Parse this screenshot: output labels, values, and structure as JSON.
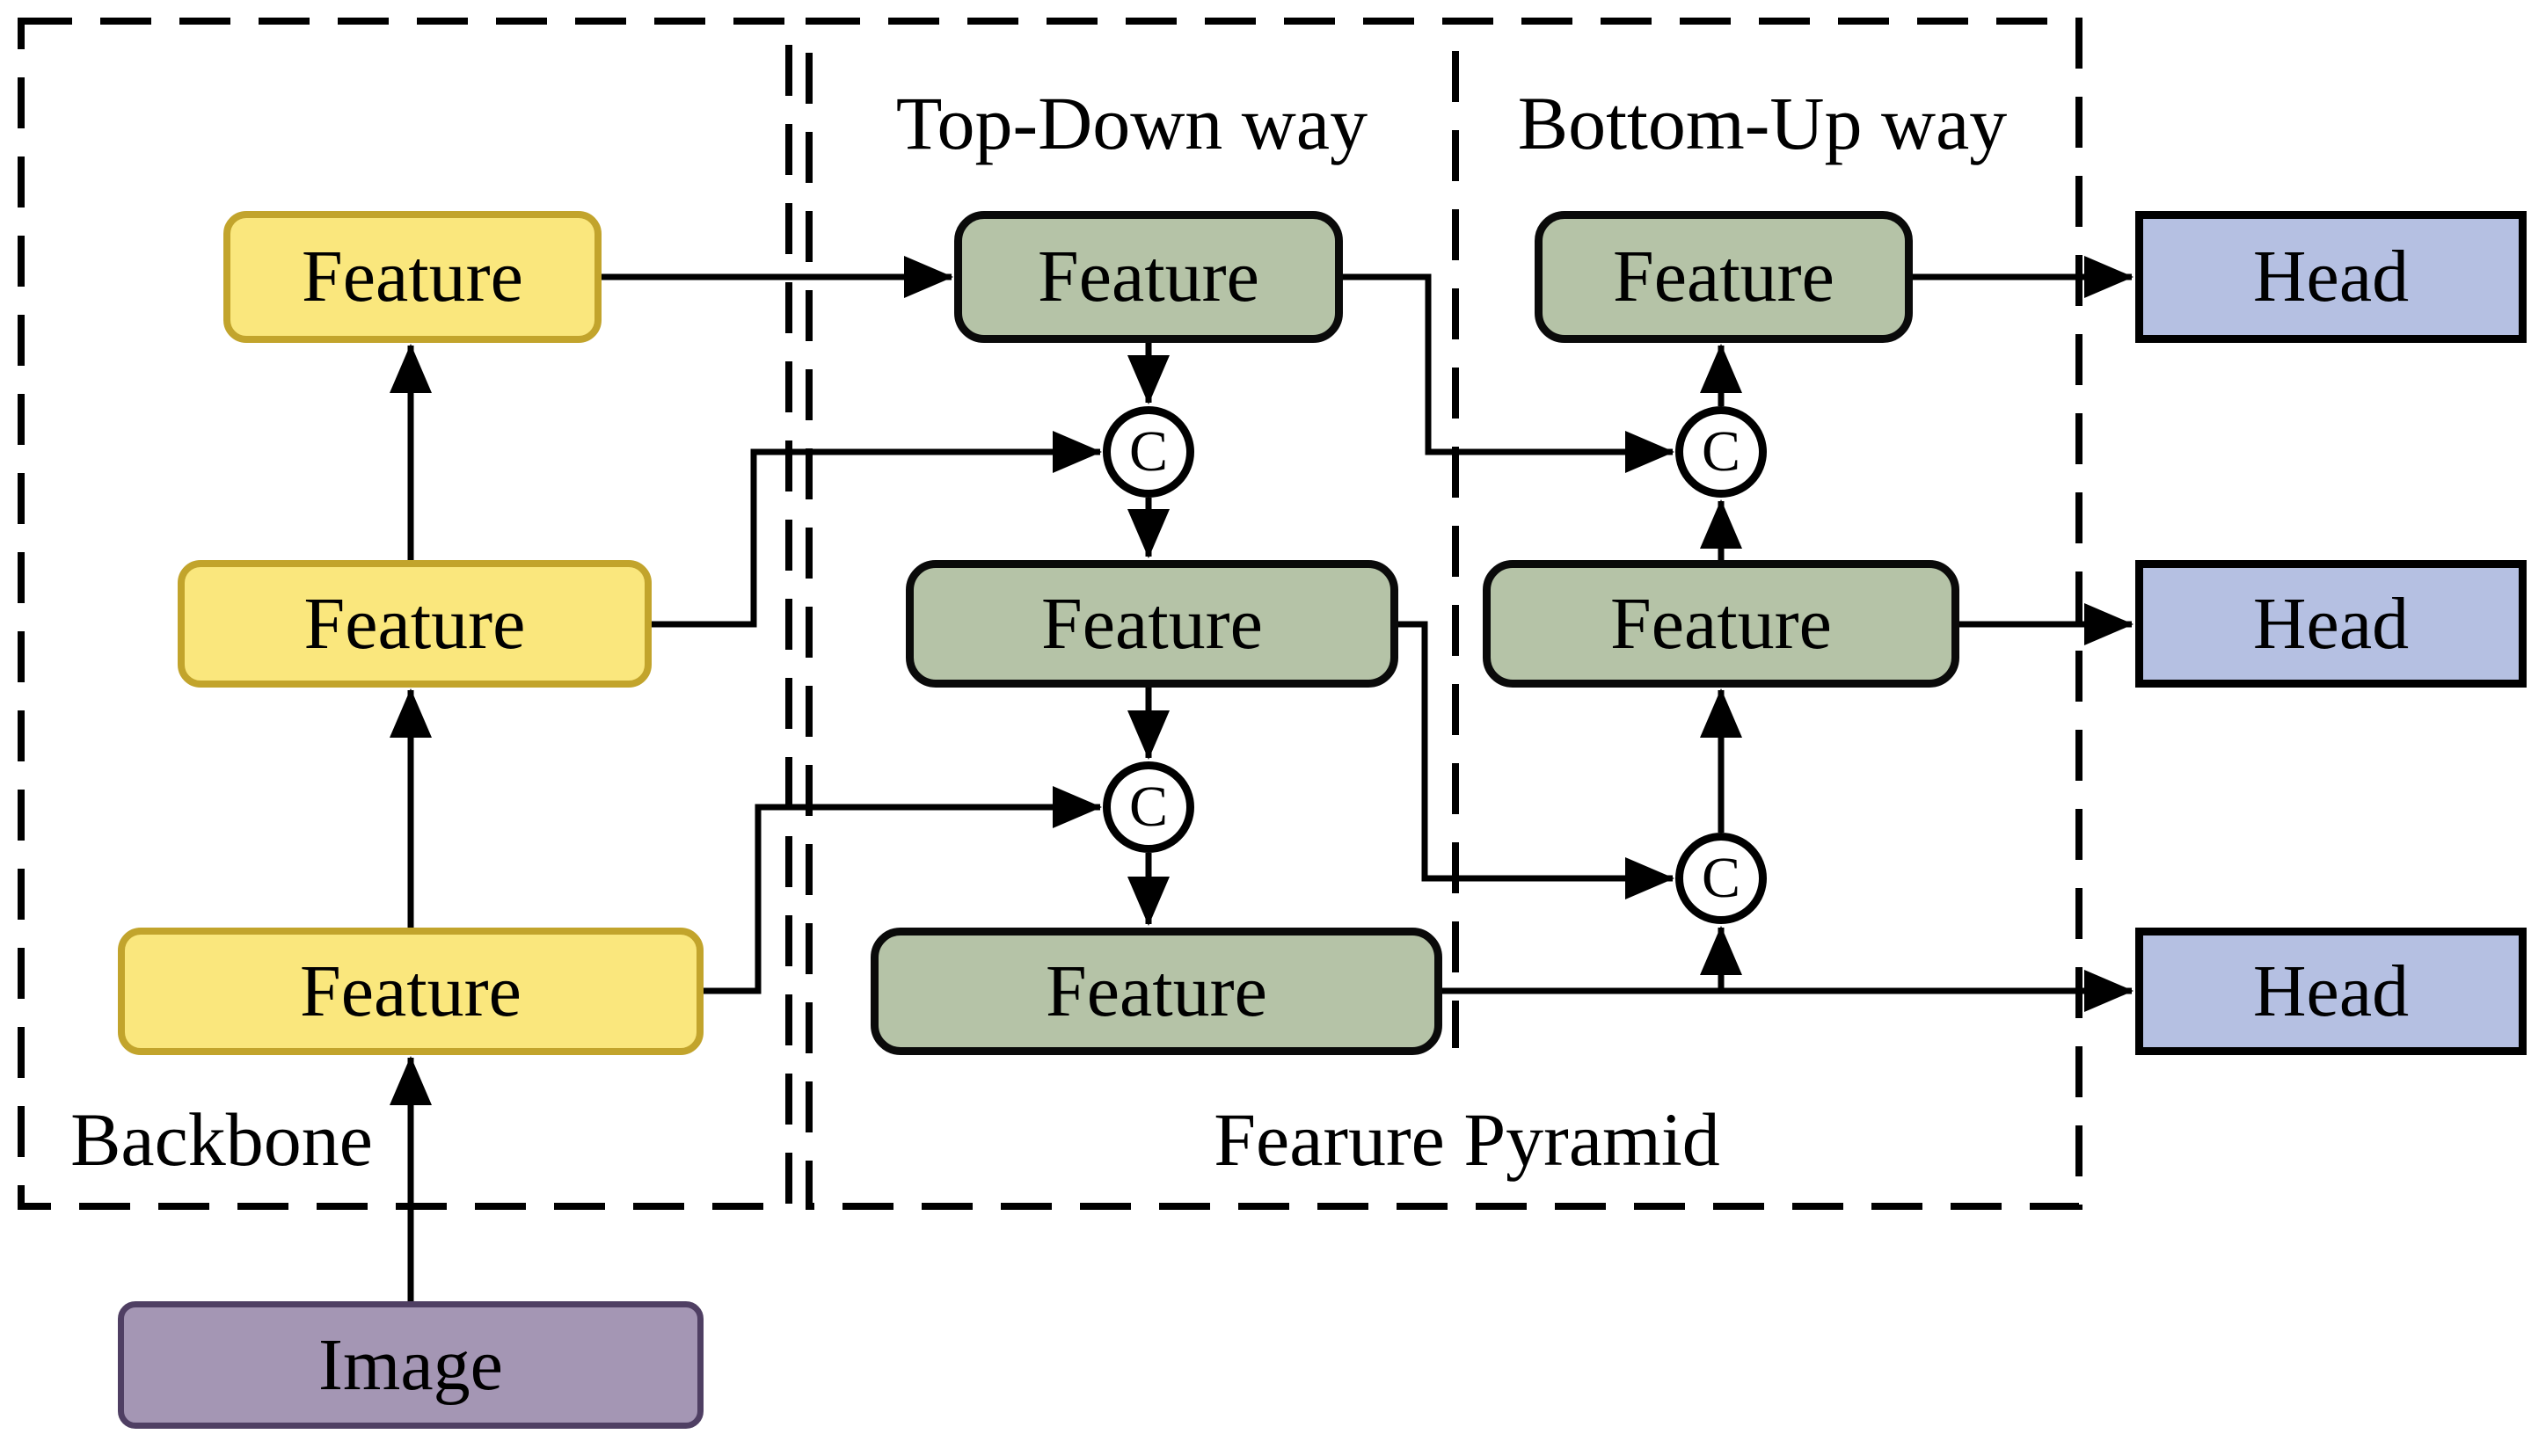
{
  "figure": {
    "type": "neural-network-architecture-diagram",
    "description_visible_text_only": true
  },
  "palette": {
    "background": "#ffffff",
    "line": "#000000",
    "backbone_feature_fill": "#FAE77D",
    "backbone_feature_border": "#C2A42C",
    "image_fill": "#A496B4",
    "image_border": "#4F3F63",
    "pyramid_feature_fill": "#B5C3A7",
    "pyramid_feature_border": "#0a0a0a",
    "head_fill": "#B5C0E2",
    "head_border": "#000000"
  },
  "sections": {
    "backbone": {
      "label": "Backbone"
    },
    "feature_pyramid": {
      "label": "Fearure Pyramid"
    },
    "top_down": {
      "label": "Top-Down way"
    },
    "bottom_up": {
      "label": "Bottom-Up way"
    }
  },
  "nodes": {
    "image": {
      "label": "Image"
    },
    "backbone_features": [
      {
        "label": "Feature"
      },
      {
        "label": "Feature"
      },
      {
        "label": "Feature"
      }
    ],
    "top_down_features": [
      {
        "label": "Feature"
      },
      {
        "label": "Feature"
      },
      {
        "label": "Feature"
      }
    ],
    "bottom_up_features": [
      {
        "label": "Feature"
      },
      {
        "label": "Feature"
      }
    ],
    "heads": [
      {
        "label": "Head"
      },
      {
        "label": "Head"
      },
      {
        "label": "Head"
      }
    ],
    "concat": {
      "symbol": "C"
    }
  },
  "edges": [
    {
      "from": "image",
      "to": "backbone-feature-3"
    },
    {
      "from": "backbone-feature-3",
      "to": "backbone-feature-2"
    },
    {
      "from": "backbone-feature-2",
      "to": "backbone-feature-1"
    },
    {
      "from": "backbone-feature-1",
      "to": "topdown-feature-1"
    },
    {
      "from": "backbone-feature-2",
      "to": "topdown-concat-1"
    },
    {
      "from": "backbone-feature-3",
      "to": "topdown-concat-2"
    },
    {
      "from": "topdown-feature-1",
      "to": "topdown-concat-1"
    },
    {
      "from": "topdown-concat-1",
      "to": "topdown-feature-2"
    },
    {
      "from": "topdown-feature-2",
      "to": "topdown-concat-2"
    },
    {
      "from": "topdown-concat-2",
      "to": "topdown-feature-3"
    },
    {
      "from": "topdown-feature-1",
      "to": "bottomup-concat-1"
    },
    {
      "from": "topdown-feature-2",
      "to": "bottomup-concat-2"
    },
    {
      "from": "topdown-feature-3",
      "to": "head-3"
    },
    {
      "from": "topdown-feature-3",
      "to": "bottomup-concat-2"
    },
    {
      "from": "bottomup-concat-2",
      "to": "bottomup-feature-2"
    },
    {
      "from": "bottomup-feature-2",
      "to": "bottomup-concat-1"
    },
    {
      "from": "bottomup-concat-1",
      "to": "bottomup-feature-1"
    },
    {
      "from": "bottomup-feature-1",
      "to": "head-1"
    },
    {
      "from": "bottomup-feature-2",
      "to": "head-2"
    }
  ]
}
